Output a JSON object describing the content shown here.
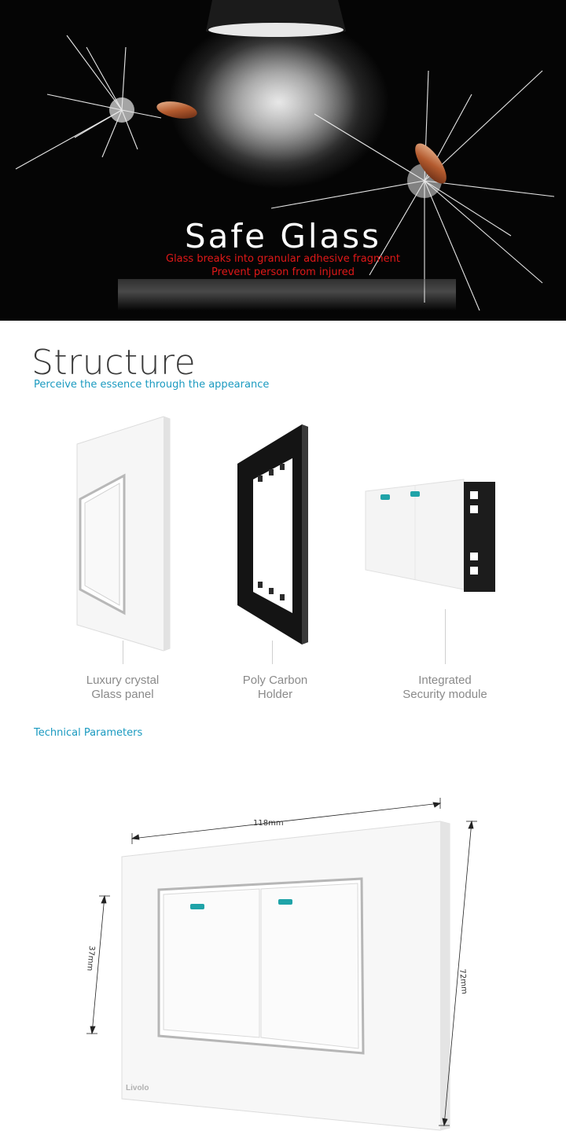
{
  "hero": {
    "title": "Safe Glass",
    "subtitle_line1": "Glass breaks into granular adhesive fragment",
    "subtitle_line2": "Prevent person from injured"
  },
  "structure": {
    "title": "Structure",
    "subtitle": "Perceive the essence  through the appearance",
    "parts": [
      {
        "line1": "Luxury crystal",
        "line2": "Glass panel"
      },
      {
        "line1": "Poly Carbon",
        "line2": "Holder"
      },
      {
        "line1": "Integrated",
        "line2": "Security module"
      }
    ]
  },
  "technical": {
    "heading": "Technical Parameters",
    "width_label": "118mm",
    "height_label": "72mm",
    "switch_height_label": "37mm",
    "brand": "Livolo"
  },
  "colors": {
    "accent_blue": "#1a9ac0",
    "hero_red": "#e01818",
    "indicator_teal": "#1fa3a8"
  }
}
